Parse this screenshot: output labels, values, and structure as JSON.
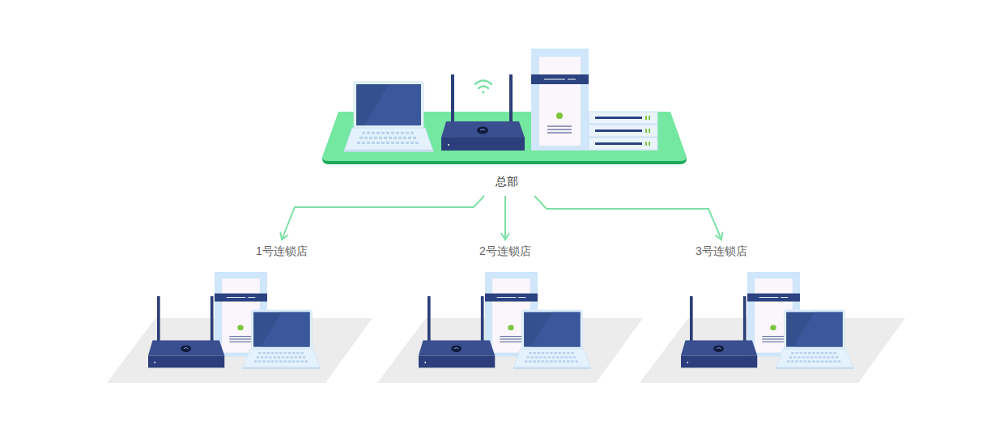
{
  "diagram": {
    "nodes": [
      {
        "text": [
          "总部"
        ]
      },
      {
        "text": [
          "1号连锁店"
        ]
      },
      {
        "text": [
          "2号连锁店"
        ]
      },
      {
        "text": [
          "3号连锁店"
        ]
      }
    ],
    "edges": [
      {
        "from": 0,
        "to": 1,
        "arrow": "to"
      },
      {
        "from": 0,
        "to": 2,
        "arrow": "to"
      },
      {
        "from": 0,
        "to": 3,
        "arrow": "to"
      }
    ]
  }
}
